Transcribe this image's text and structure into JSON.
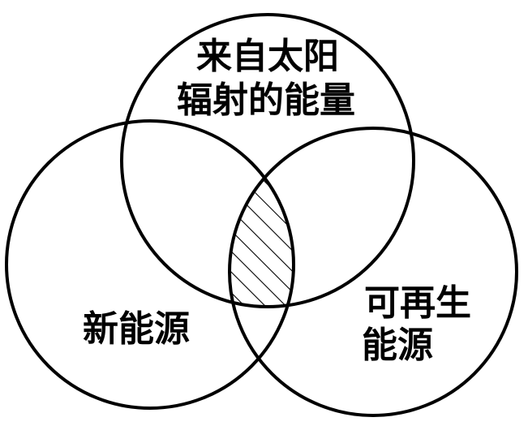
{
  "diagram": {
    "type": "venn",
    "sets": [
      {
        "id": "top",
        "label_lines": [
          "来自太阳",
          "辐射的能量"
        ]
      },
      {
        "id": "left",
        "label_lines": [
          "新能源"
        ]
      },
      {
        "id": "right",
        "label_lines": [
          "可再生",
          "能源"
        ]
      }
    ],
    "highlighted_region": "intersection-of-all-three",
    "highlight_pattern": "diagonal-hatch",
    "colors": {
      "stroke": "#000000",
      "background": "#ffffff"
    }
  }
}
